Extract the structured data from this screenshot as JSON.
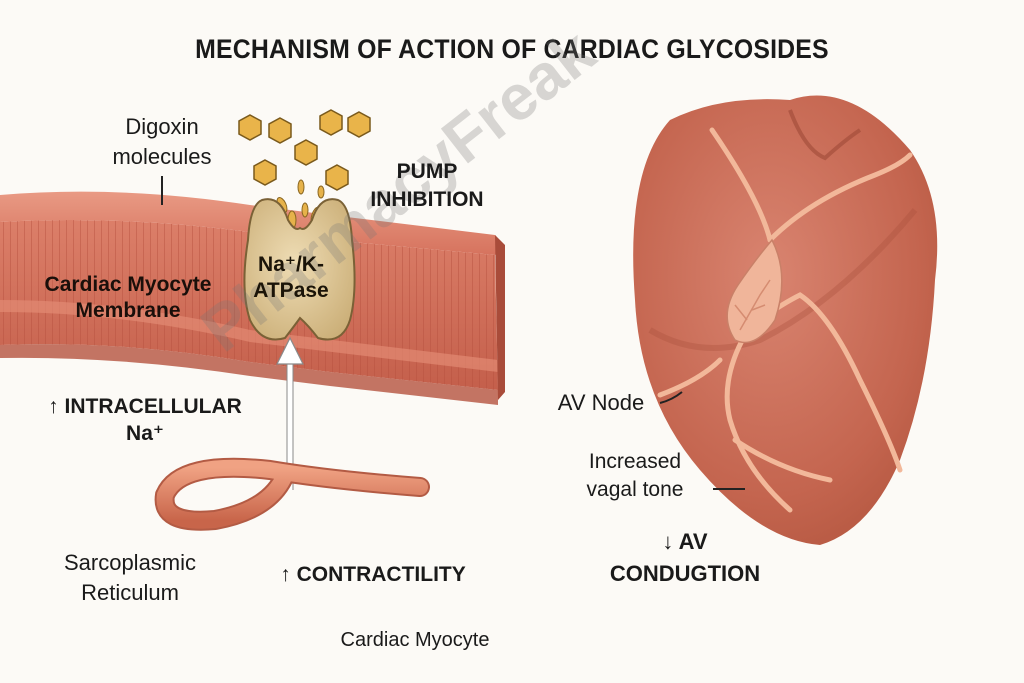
{
  "title": "MECHANISM OF ACTION OF CARDIAC GLYCOSIDES",
  "watermark": "PharmacyFreak",
  "labels": {
    "digoxin_line1": "Digoxin",
    "digoxin_line2": "molecules",
    "pump_inhibition_line1": "PUMP",
    "pump_inhibition_line2": "INHIBITION",
    "pump_line1": "Na⁺/K-",
    "pump_line2": "ATPase",
    "membrane_line1": "Cardiac Myocyte",
    "membrane_line2": "Membrane",
    "intracellular_line1": "↑ INTRACELLULAR",
    "intracellular_line2": "Na⁺",
    "sr_line1": "Sarcoplasmic",
    "sr_line2": "Reticulum",
    "contractility": "↑ CONTRACTILITY",
    "myocyte": "Cardiac Myocyte",
    "av_node": "AV Node",
    "vagal_line1": "Increased",
    "vagal_line2": "vagal tone",
    "av_conduction_line1": "↓ AV",
    "av_conduction_line2": "CONDUGTION"
  },
  "icons": {
    "digoxin_molecule": "hexagon-icon",
    "arrow_up": "arrow-up-icon"
  },
  "colors": {
    "background": "#fcfaf6",
    "membrane": "#d9735f",
    "membrane_dark": "#b4533f",
    "pump": "#d8bf8e",
    "molecule": "#e9b44a",
    "heart": "#c96a55",
    "text": "#1a1a1a"
  }
}
